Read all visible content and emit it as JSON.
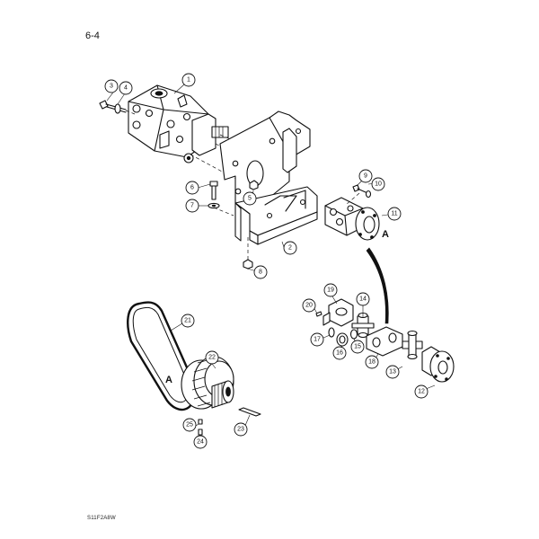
{
  "page": {
    "number": "6-4",
    "figure_code": "S11F2A8W"
  },
  "view_letter": "A",
  "callouts": [
    {
      "id": "1"
    },
    {
      "id": "2"
    },
    {
      "id": "3"
    },
    {
      "id": "4"
    },
    {
      "id": "5"
    },
    {
      "id": "6"
    },
    {
      "id": "7"
    },
    {
      "id": "8"
    },
    {
      "id": "9"
    },
    {
      "id": "10"
    },
    {
      "id": "11"
    },
    {
      "id": "12"
    },
    {
      "id": "13"
    },
    {
      "id": "14"
    },
    {
      "id": "15"
    },
    {
      "id": "16"
    },
    {
      "id": "17"
    },
    {
      "id": "18"
    },
    {
      "id": "19"
    },
    {
      "id": "20"
    },
    {
      "id": "21"
    },
    {
      "id": "22"
    },
    {
      "id": "23"
    },
    {
      "id": "24"
    },
    {
      "id": "25"
    }
  ]
}
